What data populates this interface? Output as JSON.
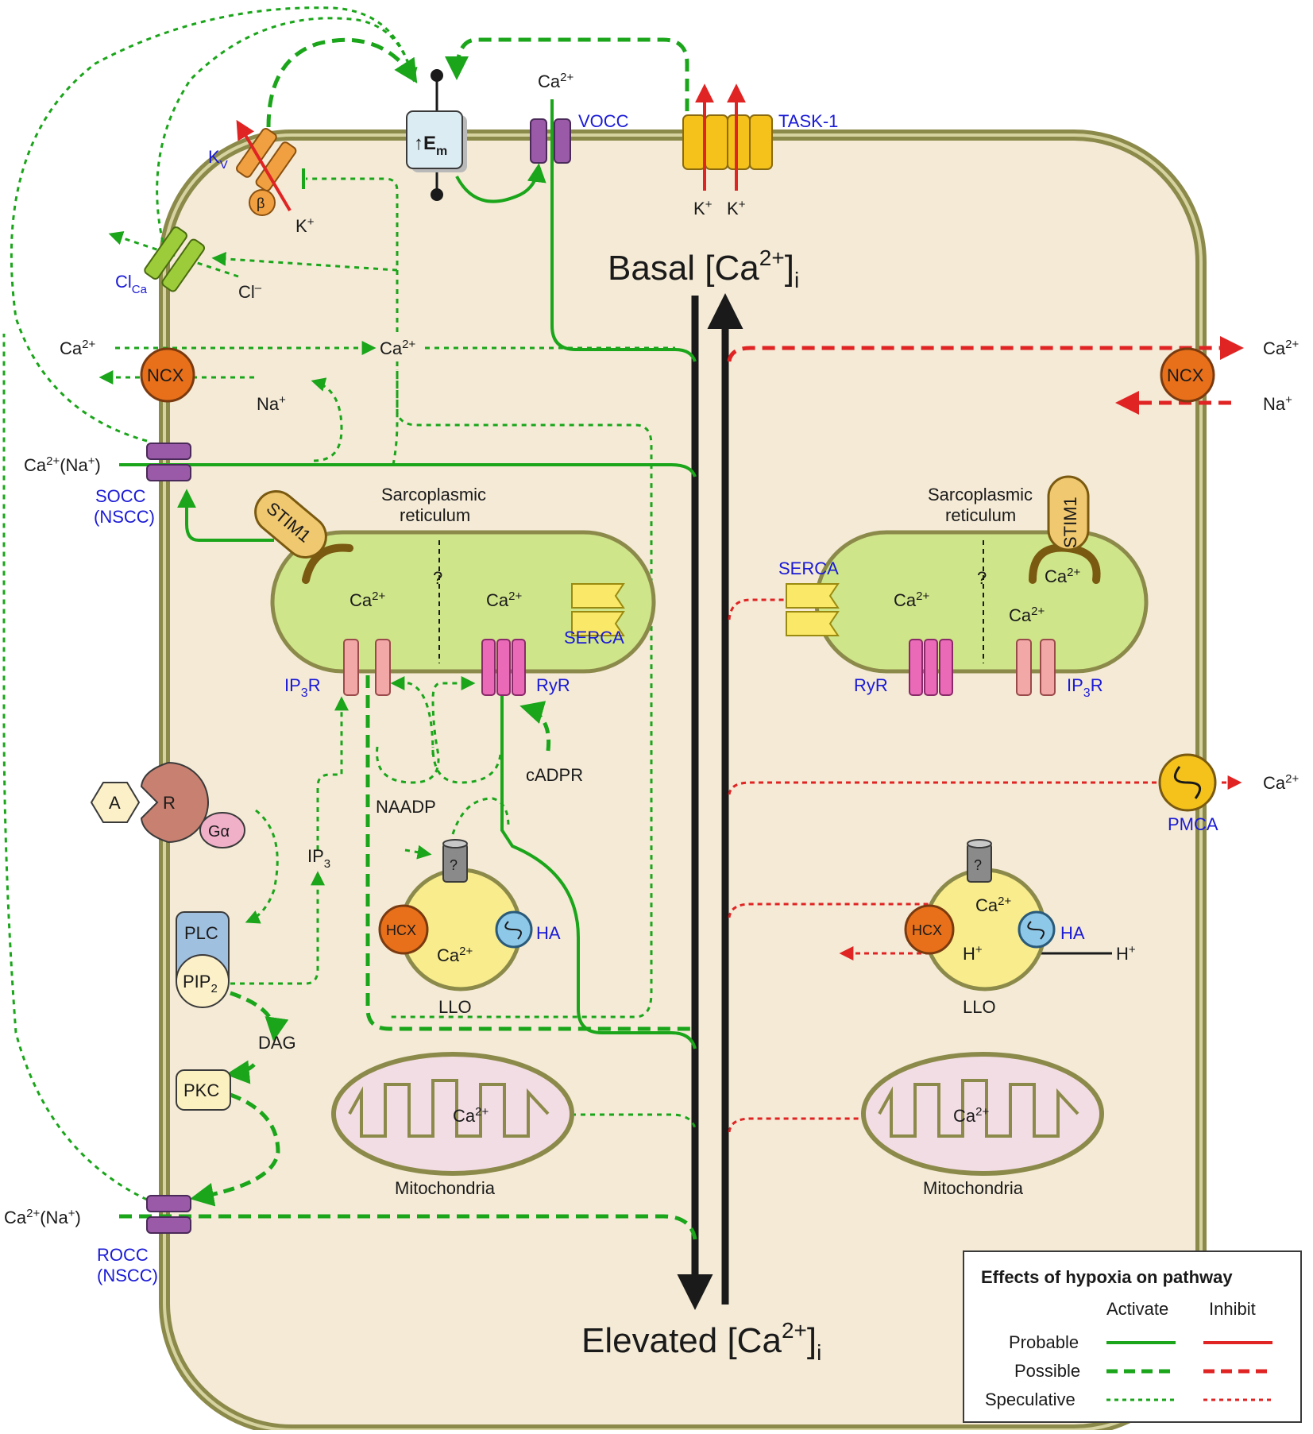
{
  "colors": {
    "cell_fill": "#f4ead6",
    "membrane": "#8c8a4a",
    "green": "#1aa51a",
    "red": "#e02424",
    "sr_fill": "#cfe58a",
    "llo_fill": "#f8ec8c",
    "mito_fill": "#f3dde4"
  },
  "channels": {
    "vocc": "VOCC",
    "task1": "TASK-1",
    "kv": "K",
    "kv_sub": "V",
    "beta": "β",
    "clca": "Cl",
    "clca_sub": "Ca",
    "em": "E",
    "em_sub": "m",
    "socc": "SOCC",
    "socc_nscc": "(NSCC)",
    "rocc": "ROCC",
    "rocc_nscc": "(NSCC)"
  },
  "ions": {
    "ca": "Ca",
    "ca_sup": "2+",
    "k": "K",
    "k_sup": "+",
    "cl": "Cl",
    "cl_sup": "–",
    "na": "Na",
    "na_sup": "+",
    "h": "H",
    "h_sup": "+",
    "ca_na_open": "(Na",
    "ca_na_close": ")"
  },
  "central": {
    "basal": "Basal [Ca",
    "basal_sup": "2+",
    "basal_close": "]",
    "basal_sub": "i",
    "elevated": "Elevated [Ca",
    "elevated_sup": "2+",
    "elevated_close": "]",
    "elevated_sub": "i"
  },
  "organelles": {
    "sr_line1": "Sarcoplasmic",
    "sr_line2": "reticulum",
    "question": "?",
    "stim1": "STIM1",
    "serca": "SERCA",
    "ip3r": "IP",
    "ip3r_sub": "3",
    "ip3r_end": "R",
    "ryr": "RyR",
    "llo": "LLO",
    "hcx": "HCX",
    "ha": "HA",
    "mitochondria": "Mitochondria",
    "ncx": "NCX",
    "pmca": "PMCA"
  },
  "signaling": {
    "a": "A",
    "r": "R",
    "galpha": "Gα",
    "plc": "PLC",
    "pip2": "PIP",
    "pip2_sub": "2",
    "dag": "DAG",
    "pkc": "PKC",
    "ip3": "IP",
    "ip3_sub": "3",
    "naadp": "NAADP",
    "cadpr": "cADPR"
  },
  "legend": {
    "title": "Effects of hypoxia on pathway",
    "activate": "Activate",
    "inhibit": "Inhibit",
    "rows": [
      "Probable",
      "Possible",
      "Speculative"
    ]
  }
}
